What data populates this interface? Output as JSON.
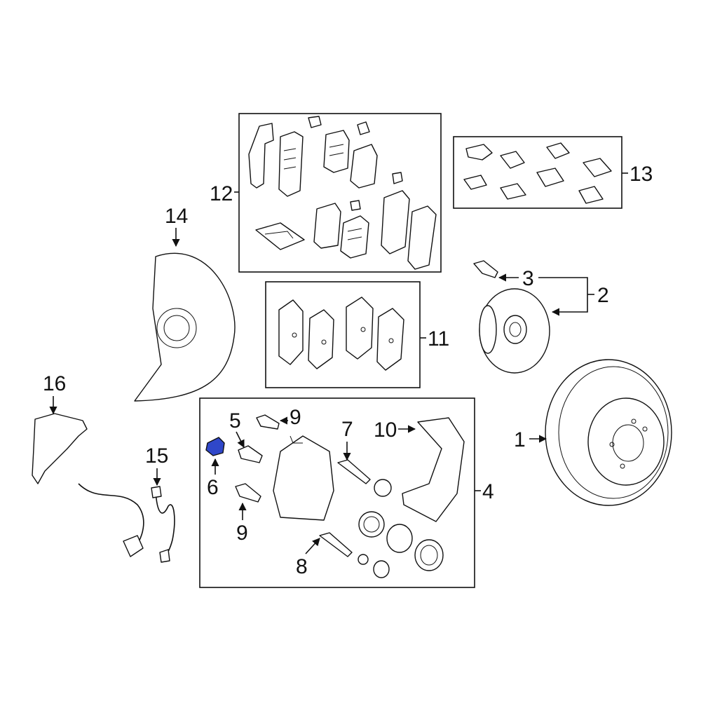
{
  "callouts": {
    "c1": "1",
    "c2": "2",
    "c3": "3",
    "c4": "4",
    "c5": "5",
    "c6": "6",
    "c7": "7",
    "c8": "8",
    "c9a": "9",
    "c9b": "9",
    "c10": "10",
    "c11": "11",
    "c12": "12",
    "c13": "13",
    "c14": "14",
    "c15": "15",
    "c16": "16"
  },
  "colors": {
    "highlight": "#2f47c9",
    "line": "#111111"
  }
}
